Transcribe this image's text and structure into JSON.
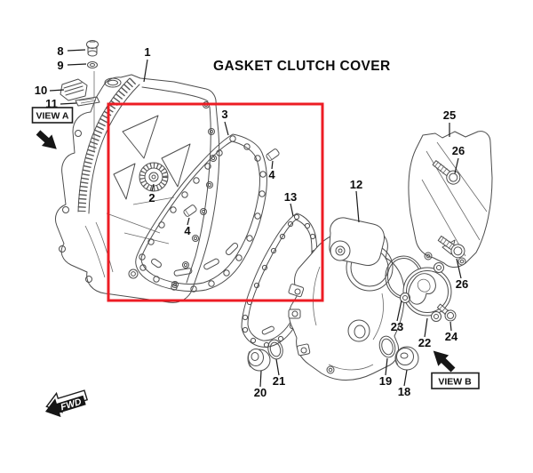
{
  "title": "GASKET CLUTCH COVER",
  "labels": {
    "view_a": "VIEW A",
    "view_b": "VIEW B",
    "fwd": "FWD"
  },
  "callouts": {
    "1": "1",
    "2": "2",
    "3": "3",
    "4": "4",
    "8": "8",
    "9": "9",
    "10": "10",
    "11": "11",
    "12": "12",
    "13": "13",
    "18": "18",
    "19": "19",
    "20": "20",
    "21": "21",
    "22": "22",
    "23": "23",
    "24": "24",
    "25": "25",
    "26": "26"
  },
  "colors": {
    "highlight_box": "#ed1c24",
    "line": "#4d4d4d",
    "label": "#0c0c0c"
  }
}
